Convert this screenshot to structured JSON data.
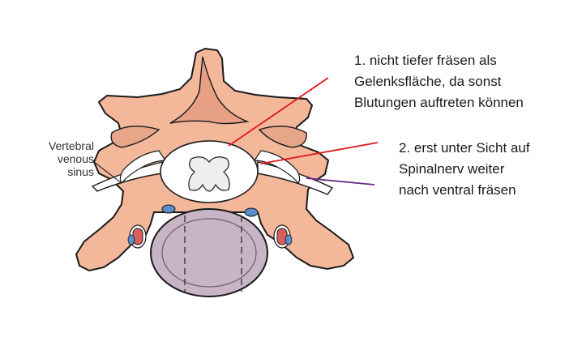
{
  "colors": {
    "bone": "#f3b79a",
    "bone_outline": "#1a1a1a",
    "disc": "#c7b4c4",
    "cord": "#ffffff",
    "grey_matter": "#eeeeee",
    "vessel_blue": "#5b8fc9",
    "artery_red": "#d9605d",
    "leader_red": "#e0161a",
    "leader_purple": "#6a2a8a"
  },
  "labels": {
    "vertebral_venous_sinus": [
      "Vertebral",
      "venous",
      "sinus"
    ]
  },
  "annotations": [
    {
      "number": "1.",
      "lines": [
        "1. nicht tiefer fräsen als",
        "Gelenksfläche, da sonst",
        "Blutungen auftreten können"
      ]
    },
    {
      "number": "2.",
      "lines": [
        "2. erst unter Sicht auf",
        "Spinalnerv weiter",
        "nach ventral fräsen"
      ]
    }
  ]
}
